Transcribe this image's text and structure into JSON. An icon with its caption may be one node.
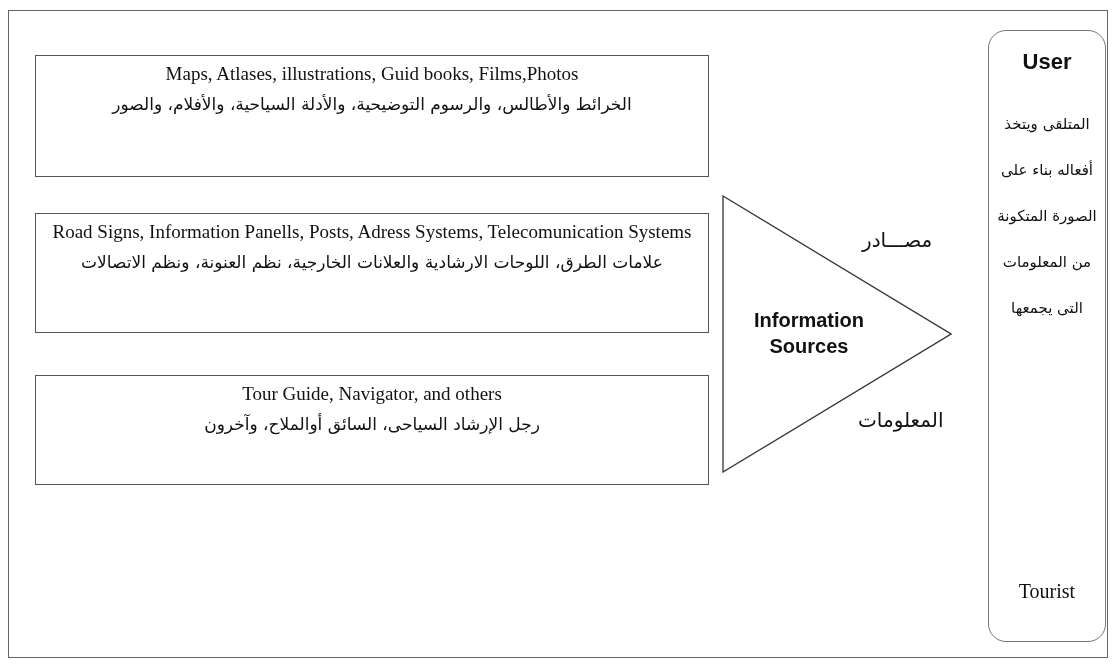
{
  "diagram": {
    "nodes": [
      {
        "text": [
          "Maps,  Atlases, illustrations, Guid books, Films,Photos",
          "الخرائط والأطالس، والرسوم التوضيحية، والأدلة السياحية، والأفلام، والصور"
        ]
      },
      {
        "text": [
          "Road Signs, Information Panells, Posts, Adress Systems, Telecomunication Systems",
          "علامات الطرق، اللوحات الارشادية والعلانات الخارجية، نظم العنونة، ونظم الاتصالات"
        ]
      },
      {
        "text": [
          "Tour Guide, Navigator, and others",
          "رجل الإرشاد السياحى، السائق أوالملاح، وآخرون"
        ]
      },
      {
        "text": [
          "Information Sources"
        ],
        "beside": [
          "مصـــادر",
          "المعلومات"
        ]
      },
      {
        "text": [
          "User",
          "المتلقى ويتخذ أفعاله بناء على الصورة المتكونة من المعلومات التى يجمعها",
          "Tourist"
        ]
      }
    ]
  }
}
